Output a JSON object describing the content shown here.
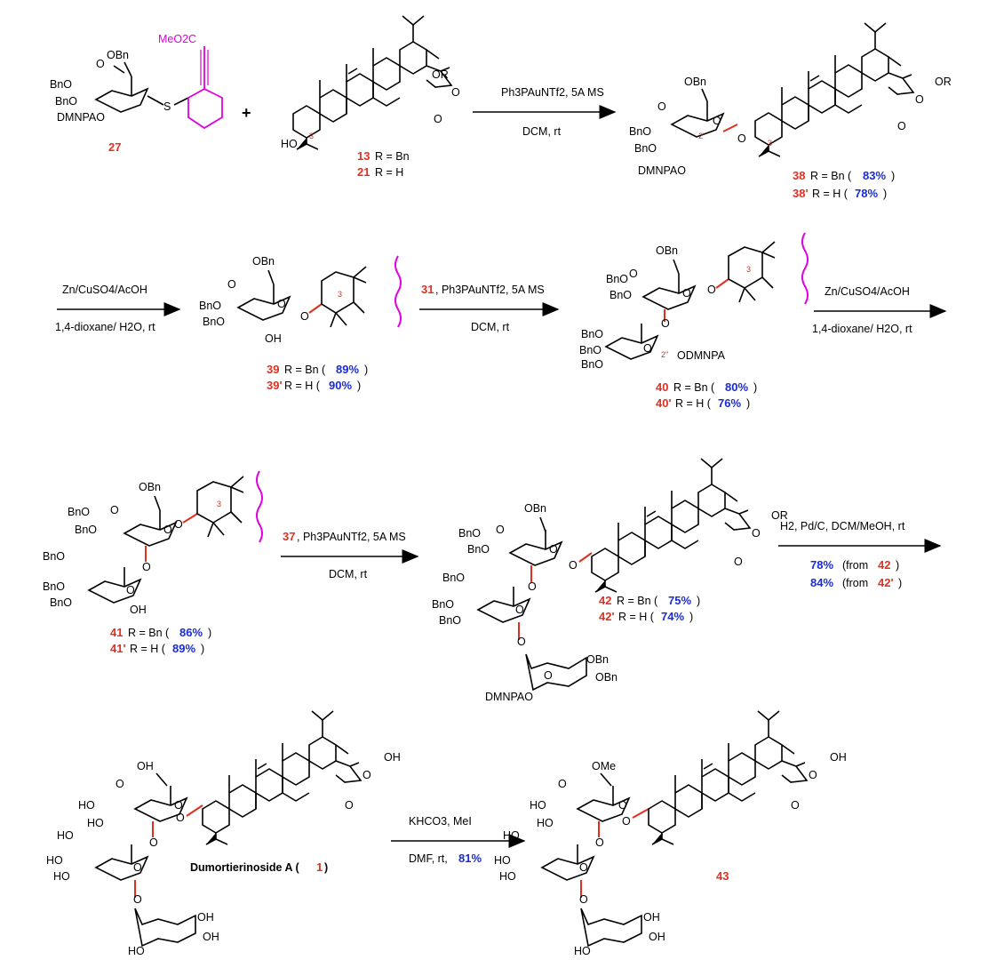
{
  "compounds": {
    "c27": "27",
    "c13": "13",
    "c13_text": "R = Bn",
    "c21": "21",
    "c21_text": "R = H",
    "c38": "38",
    "c38_text": "R = Bn (",
    "c38_yield": "83%",
    "c38p": "38'",
    "c38p_text": "R = H (",
    "c38p_yield": "78%",
    "c39": "39",
    "c39_text": "R = Bn (",
    "c39_yield": "89%",
    "c39p": "39'",
    "c39p_text": "R = H (",
    "c39p_yield": "90%",
    "c40": "40",
    "c40_text": "R = Bn (",
    "c40_yield": "80%",
    "c40p": "40'",
    "c40p_text": "R = H (",
    "c40p_yield": "76%",
    "c41": "41",
    "c41_text": "R = Bn (",
    "c41_yield": "86%",
    "c41p": "41'",
    "c41p_text": "R = H (",
    "c41p_yield": "89%",
    "c42": "42",
    "c42_text": "R = Bn (",
    "c42_yield": "75%",
    "c42p": "42'",
    "c42p_text": "R = H (",
    "c42p_yield": "74%",
    "dumortierinoside": "Dumortierinoside A (",
    "dumortierinoside_num": "1",
    "c43": "43"
  },
  "reactions": {
    "r1_top": "Ph3PAuNTf2, 5A MS",
    "r1_bottom": "DCM, rt",
    "r2_top": "Zn/CuSO4/AcOH",
    "r2_bottom": "1,4-dioxane/ H2O, rt",
    "r3_top_num": "31",
    "r3_top": ", Ph3PAuNTf2, 5A MS",
    "r3_bottom": "DCM, rt",
    "r4_top": "Zn/CuSO4/AcOH",
    "r4_bottom": "1,4-dioxane/ H2O, rt",
    "r5_top_num": "37",
    "r5_top": ", Ph3PAuNTf2, 5A MS",
    "r5_bottom": "DCM, rt",
    "r6_top": "H2, Pd/C, DCM/MeOH, rt",
    "r6_y1": "78%",
    "r6_y1_text": "(from ",
    "r6_y1_cmp": "42",
    "r6_y2": "84%",
    "r6_y2_text": "(from ",
    "r6_y2_cmp": "42'",
    "r7_top": "KHCO3, MeI",
    "r7_bottom": "DMF, rt, ",
    "r7_yield": "81%"
  },
  "groups": {
    "OBn": "OBn",
    "BnO": "BnO",
    "DMNPAO": "DMNPAO",
    "ODMNPA": "ODMNPA",
    "DMNPAO2": "DMNPAO",
    "OR": "OR",
    "HO": "HO",
    "OH": "OH",
    "O": "O",
    "S": "S",
    "MeO2C": "MeO2C",
    "OMe": "OMe",
    "plus": "+",
    "pos3": "3",
    "pos2p": "2'",
    "pos2pp": "2''"
  },
  "colors": {
    "compound_label": "#e03020",
    "yield": "#1a2bd8",
    "alkyne": "#e000e0",
    "new_bond": "#e03020"
  }
}
